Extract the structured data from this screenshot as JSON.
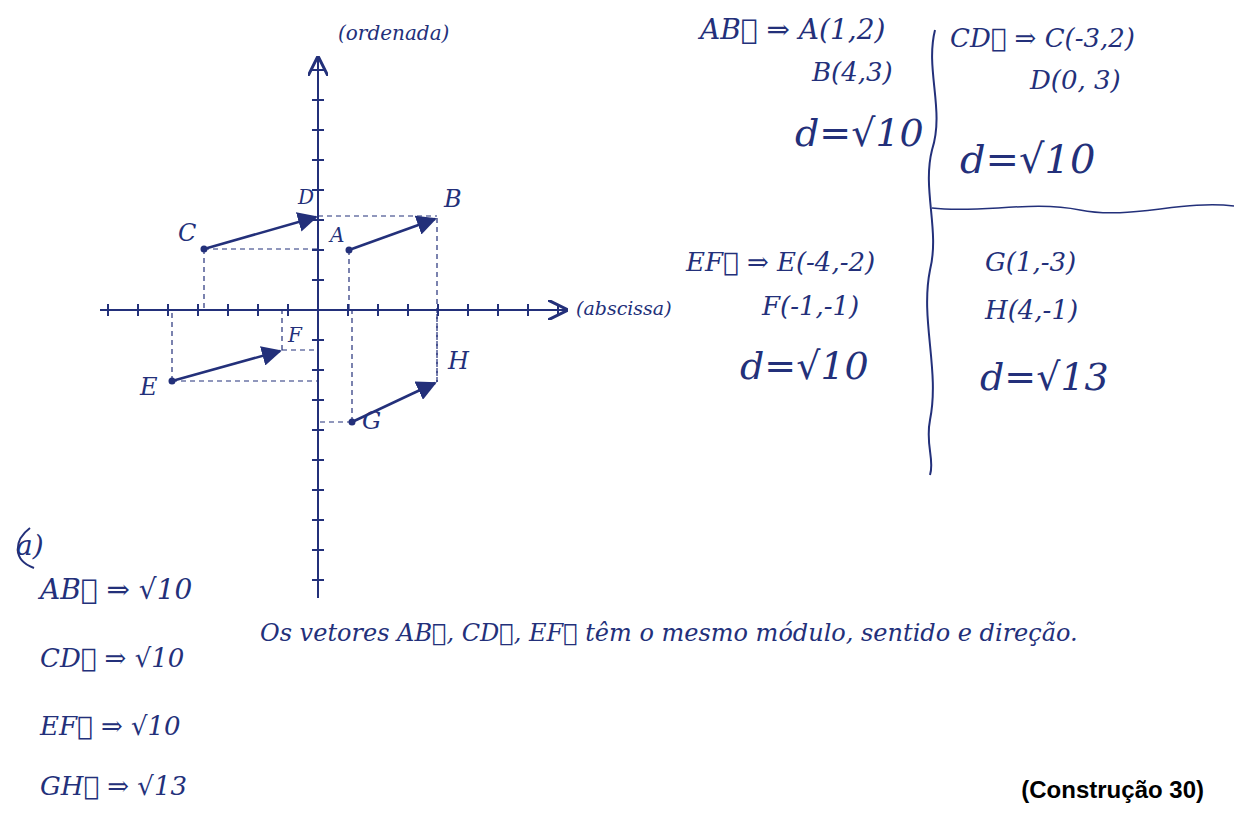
{
  "diagram": {
    "caption": "(Construção 30)",
    "labels": [
      "(ordenada)",
      "(abscissa)",
      "C",
      "D",
      "A",
      "B",
      "F",
      "E",
      "H",
      "G",
      "AB⃗ ⇒ A(1,2)",
      "B(4,3)",
      "d=√10",
      "CD⃗ ⇒ C(-3,2)",
      "D(0, 3)",
      "d=√10",
      "EF⃗ ⇒ E(-4,-2)",
      "F(-1,-1)",
      "d=√10",
      "G(1,-3)",
      "H(4,-1)",
      "d=√13",
      "a)",
      "AB⃗ ⇒ √10",
      "CD⃗ ⇒ √10",
      "EF⃗ ⇒ √10",
      "GH⃗ ⇒ √13",
      "Os vetores AB⃗, CD⃗, EF⃗ têm o mesmo módulo, sentido e direção."
    ]
  }
}
